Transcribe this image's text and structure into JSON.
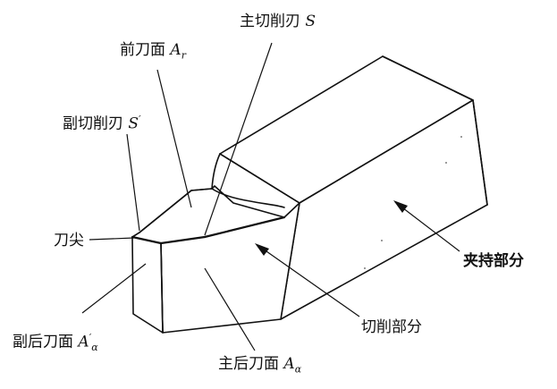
{
  "diagram": {
    "labels": {
      "rake_face": {
        "text": "前刀面 ",
        "symbol": "A",
        "sub": "r"
      },
      "main_cutting_edge": {
        "text": "主切削刃 ",
        "symbol": "S"
      },
      "minor_cutting_edge": {
        "text": "副切削刃 ",
        "symbol": "S",
        "sup": "′"
      },
      "tool_tip": {
        "text": "刀尖"
      },
      "clamping_part": {
        "text": "夹持部分"
      },
      "cutting_part": {
        "text": "切削部分"
      },
      "minor_flank": {
        "text": "副后刀面 ",
        "symbol": "A",
        "sub": "α",
        "sup": "′"
      },
      "main_flank": {
        "text": "主后刀面 ",
        "symbol": "A",
        "sub": "α"
      }
    }
  }
}
